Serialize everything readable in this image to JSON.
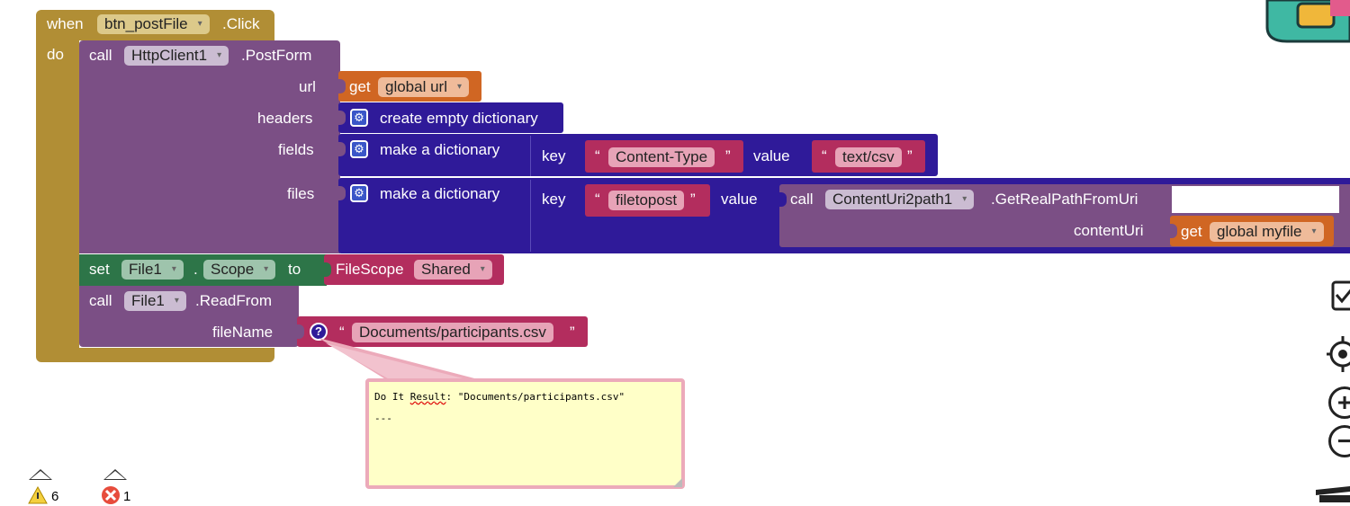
{
  "event_block": {
    "when_label": "when",
    "component": "btn_postFile",
    "event": ".Click",
    "do_label": "do"
  },
  "postform_block": {
    "call_label": "call",
    "component": "HttpClient1",
    "method": ".PostForm",
    "sockets": {
      "url": "url",
      "headers": "headers",
      "fields": "fields",
      "files": "files"
    }
  },
  "url_getter": {
    "get_label": "get",
    "variable": "global url"
  },
  "headers_block": {
    "label": "create empty dictionary"
  },
  "fields_block": {
    "label": "make a dictionary",
    "key_label": "key",
    "key_value": "Content-Type",
    "value_label": "value",
    "value_value": "text/csv",
    "open_quote": "“",
    "close_quote": "”"
  },
  "files_block": {
    "label": "make a dictionary",
    "key_label": "key",
    "key_value": "filetopost",
    "value_label": "value",
    "open_quote": "“",
    "close_quote": "”"
  },
  "realpath_block": {
    "call_label": "call",
    "component": "ContentUri2path1",
    "method": ".GetRealPathFromUri",
    "param_label": "contentUri",
    "get_label": "get",
    "variable": "global myfile"
  },
  "set_block": {
    "set_label": "set",
    "component": "File1",
    "dot": ".",
    "property": "Scope",
    "to_label": "to",
    "helper_name": "FileScope",
    "helper_value": "Shared"
  },
  "readfrom_block": {
    "call_label": "call",
    "component": "File1",
    "method": ".ReadFrom",
    "param_label": "fileName",
    "text_value": "Documents/participants.csv",
    "open_quote": "“",
    "close_quote": "”",
    "help_icon": "?"
  },
  "do_it_tooltip": {
    "result_prefix": "Do It ",
    "result_word": "Result",
    "result_rest": ": \"Documents/participants.csv\"",
    "separator": "---"
  },
  "status": {
    "warning_count": "6",
    "error_count": "1"
  },
  "colors": {
    "event": "#b18e35",
    "component_call": "#7b4f85",
    "dictionary": "#2f1a99",
    "variable_get": "#d06623",
    "setter": "#2d7548",
    "text_helper": "#b32d5e"
  },
  "icons": [
    "gear-icon",
    "help-icon",
    "warning-icon",
    "error-icon",
    "backpack-icon",
    "checkbox-icon",
    "target-icon",
    "zoom-in-icon",
    "zoom-out-icon",
    "trash-icon",
    "dropdown-arrow-icon"
  ],
  "dropdown_arrow": "▾"
}
